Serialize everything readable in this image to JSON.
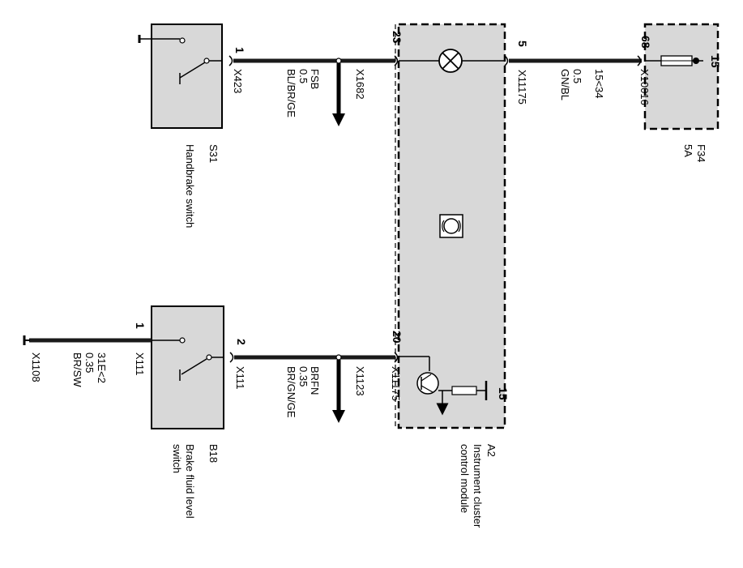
{
  "colors": {
    "component_fill": "#d8d8d8",
    "wire": "#1a1a1a",
    "outline": "#000000",
    "background": "#ffffff"
  },
  "icons": [
    "ground-symbol",
    "arrow-down",
    "lamp-symbol",
    "transistor-symbol",
    "fuse-symbol",
    "connector-socket",
    "switch-contact"
  ],
  "components": {
    "handbrake_switch": {
      "id": "S31",
      "name": "Handbrake switch",
      "pin": "1",
      "connector": "X423"
    },
    "brake_fluid_switch": {
      "id": "B18",
      "name_line1": "Brake fluid level",
      "name_line2": "switch",
      "pin_ground": "1",
      "pin_out": "2",
      "connector_ground": "X111",
      "connector_out": "X111"
    },
    "instrument_cluster": {
      "id": "A2",
      "name_line1": "Instrument cluster",
      "name_line2": "control module",
      "pin_top_left": "23",
      "pin_top_right": "5",
      "pin_bottom_left": "20",
      "pin_internal": "15",
      "connector_right": "X11175",
      "connector_bottom": "X11175"
    },
    "fuse": {
      "id": "F34",
      "rating": "5A",
      "pin_in": "68",
      "pin_terminal": "15",
      "connector": "X10016"
    }
  },
  "wires": {
    "top_left": {
      "signal": "FSB",
      "size": "0.5",
      "color": "BL/BR/GE",
      "splice": "X1682"
    },
    "top_right": {
      "signal": "15<34",
      "size": "0.5",
      "color": "GN/BL"
    },
    "bottom_middle": {
      "signal": "BRFN",
      "size": "0.35",
      "color": "BR/GN/GE",
      "splice": "X1123"
    },
    "bottom_ground": {
      "signal": "31E<2",
      "size": "0.35",
      "color": "BR/SW",
      "ground": "X1108"
    }
  }
}
